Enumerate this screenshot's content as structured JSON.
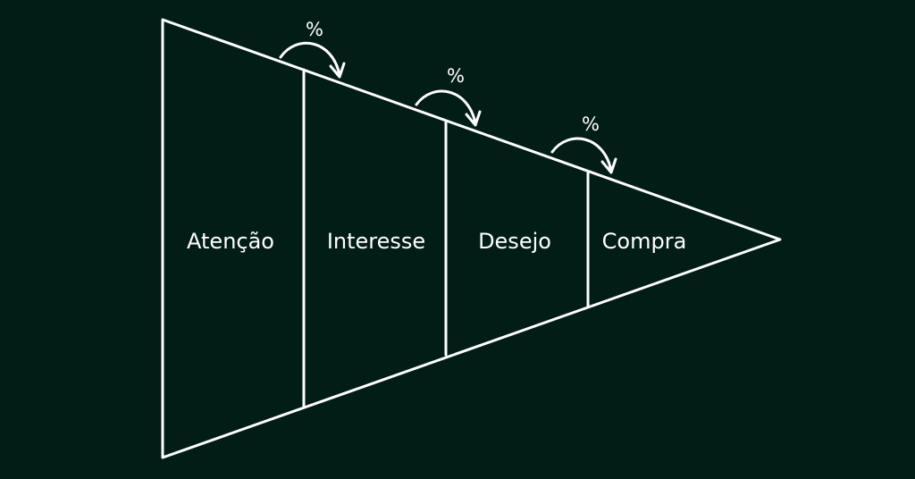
{
  "colors": {
    "background": "#021c16",
    "stroke": "#ffffff",
    "text": "#ffffff"
  },
  "stages": [
    {
      "label": "Atenção"
    },
    {
      "label": "Interesse"
    },
    {
      "label": "Desejo"
    },
    {
      "label": "Compra"
    }
  ],
  "transitions": [
    {
      "label": "%"
    },
    {
      "label": "%"
    },
    {
      "label": "%"
    }
  ]
}
